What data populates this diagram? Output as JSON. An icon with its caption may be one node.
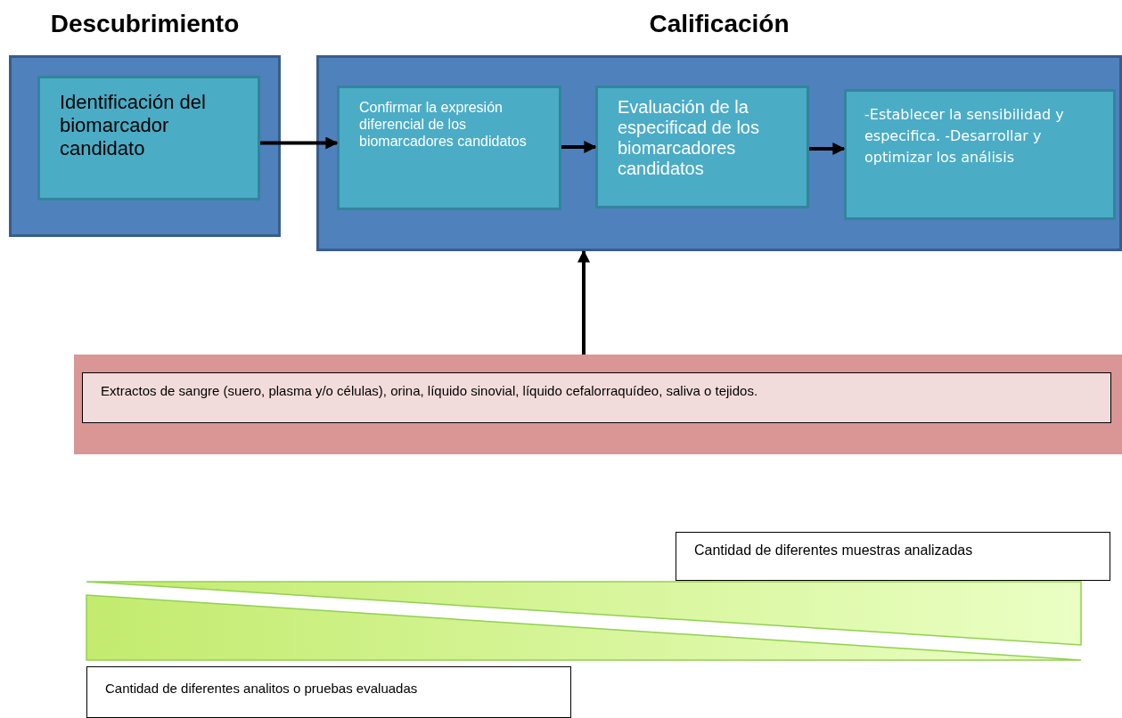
{
  "diagram": {
    "nodes": [
      {
        "text": [
          "Descubrimiento"
        ]
      },
      {
        "text": [
          "Identificación del biomarcador candidato"
        ],
        "in": 0
      },
      {
        "text": [
          "Calificación"
        ]
      },
      {
        "text": [
          "Confirmar la expresión diferencial de los biomarcadores candidatos"
        ],
        "in": 2
      },
      {
        "text": [
          "Evaluación de la especificad de los biomarcadores candidatos"
        ],
        "in": 2
      },
      {
        "text": [
          "-Establecer la sensibilidad y especifica. -Desarrollar y optimizar los análisis"
        ],
        "in": 2
      },
      {
        "text": [],
        "shape": "box"
      },
      {
        "text": [
          "Extractos de sangre (suero, plasma y/o células), orina, líquido sinovial, líquido cefalorraquídeo, saliva o tejidos."
        ],
        "in": 6
      },
      {
        "text": [
          "Cantidad de diferentes muestras analizadas"
        ]
      },
      {
        "text": [
          "Cantidad de diferentes analitos o pruebas evaluadas"
        ]
      }
    ],
    "edges": [
      {
        "from": 1,
        "to": 3,
        "arrow": "to"
      },
      {
        "from": 3,
        "to": 4,
        "arrow": "to"
      },
      {
        "from": 4,
        "to": 5,
        "arrow": "to"
      },
      {
        "from": 6,
        "to": 2,
        "arrow": "to"
      }
    ]
  }
}
